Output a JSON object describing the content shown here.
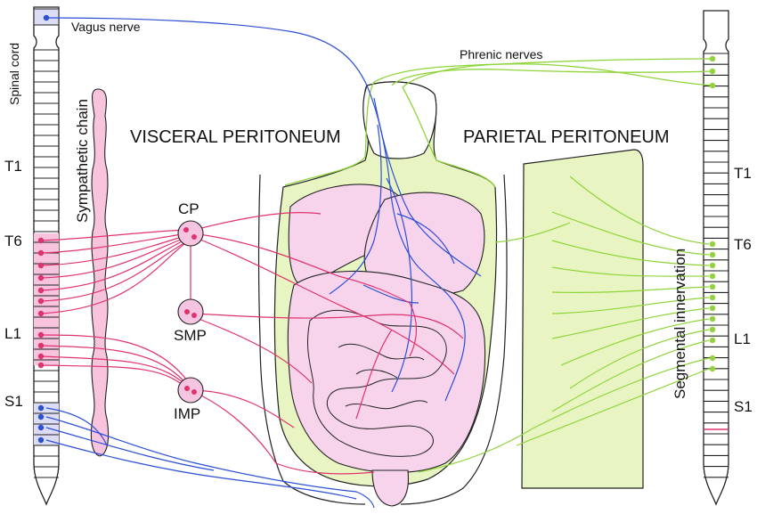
{
  "labels": {
    "spinal_cord": "Spinal cord",
    "vagus_nerve": "Vagus nerve",
    "phrenic_nerves": "Phrenic nerves",
    "sympathetic_chain": "Sympathetic chain",
    "visceral_peritoneum": "VISCERAL PERITONEUM",
    "parietal_peritoneum": "PARIETAL PERITONEUM",
    "segmental_innervation": "Segmental innervation",
    "cp": "CP",
    "smp": "SMP",
    "imp": "IMP"
  },
  "left_levels": {
    "t1": "T1",
    "t6": "T6",
    "l1": "L1",
    "s1": "S1"
  },
  "right_levels": {
    "t1": "T1",
    "t6": "T6",
    "l1": "L1",
    "s1": "S1"
  },
  "colors": {
    "vagus": "#2b4fd6",
    "sympathetic": "#e0336e",
    "phrenic": "#8fd43a",
    "visceral_fill": "#f7d4ec",
    "parietal_fill": "#e8f5c2",
    "ganglion_fill": "#f4c4e0",
    "sacral_fill": "#dcdcf4"
  }
}
